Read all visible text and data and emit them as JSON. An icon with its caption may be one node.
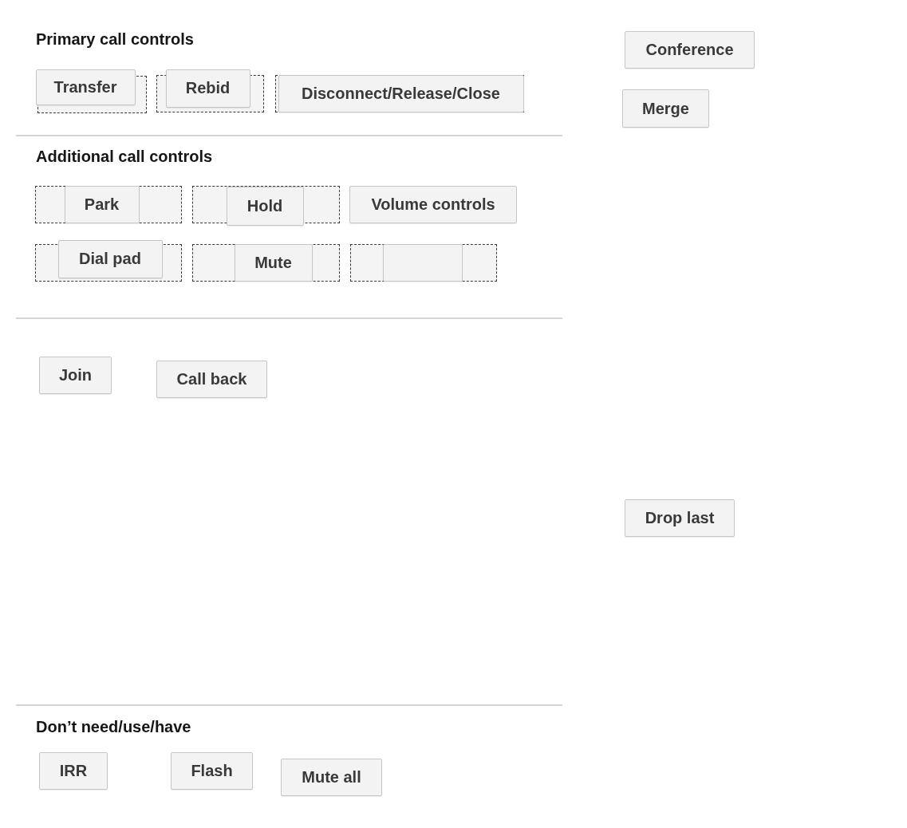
{
  "diagram": {
    "nodes": [
      {
        "text": [],
        "shape": "box"
      },
      {
        "text": [
          "Transfer"
        ],
        "in": 0
      },
      {
        "text": [],
        "shape": "box"
      },
      {
        "text": [
          "Rebid"
        ],
        "in": 2
      },
      {
        "text": [],
        "shape": "box"
      },
      {
        "text": [
          "Disconnect/Release/Close"
        ],
        "in": 4
      },
      {
        "text": [
          "Conference"
        ]
      },
      {
        "text": [
          "Merge"
        ]
      },
      {
        "text": [],
        "shape": "box"
      },
      {
        "text": [
          "Park"
        ],
        "in": 8
      },
      {
        "text": [],
        "shape": "box"
      },
      {
        "text": [
          "Hold"
        ],
        "in": 10
      },
      {
        "text": [
          "Volume controls"
        ]
      },
      {
        "text": [],
        "shape": "box"
      },
      {
        "text": [
          "Dial pad"
        ],
        "in": 13
      },
      {
        "text": [],
        "shape": "box"
      },
      {
        "text": [
          "Mute"
        ],
        "in": 15
      },
      {
        "text": [],
        "shape": "box"
      },
      {
        "text": [],
        "shape": "box",
        "in": 17
      },
      {
        "text": [
          "Join"
        ]
      },
      {
        "text": [
          "Call back"
        ]
      },
      {
        "text": [
          "Drop last"
        ]
      },
      {
        "text": [
          "IRR"
        ]
      },
      {
        "text": [
          "Flash"
        ]
      },
      {
        "text": [
          "Mute all"
        ]
      }
    ],
    "labels": [
      "Primary call controls",
      "Additional call controls",
      "Don’t need/use/have"
    ]
  }
}
